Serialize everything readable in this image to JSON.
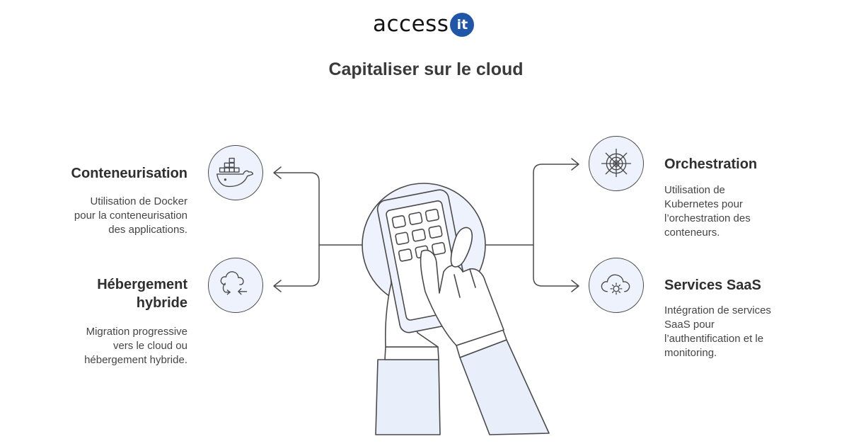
{
  "brand": {
    "name": "access",
    "badge": "it"
  },
  "title": "Capitaliser sur le cloud",
  "colors": {
    "brand": "#1f56a8",
    "circle_fill": "#eef2fc",
    "stroke": "#4a4a4a"
  },
  "items": [
    {
      "heading": "Conteneurisation",
      "icon": "docker-whale-icon",
      "desc": [
        "Utilisation de Docker",
        "pour la conteneurisation",
        "des applications."
      ]
    },
    {
      "heading": [
        "Hébergement",
        "hybride"
      ],
      "icon": "cloud-sync-icon",
      "desc": [
        "Migration progressive",
        "vers le cloud ou",
        "hébergement hybride."
      ]
    },
    {
      "heading": "Orchestration",
      "icon": "kubernetes-helm-icon",
      "desc": [
        "Utilisation de",
        "Kubernetes pour",
        "l’orchestration des",
        "conteneurs."
      ]
    },
    {
      "heading": "Services SaaS",
      "icon": "cloud-gear-icon",
      "desc": [
        "Intégration de services",
        "SaaS pour",
        "l’authentification et le",
        "monitoring."
      ]
    }
  ]
}
